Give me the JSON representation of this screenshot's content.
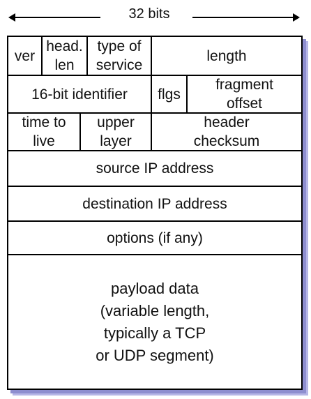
{
  "width_label": "32 bits",
  "fields": {
    "ver": "ver",
    "head_len": "head.\nlen",
    "type_of_service": "type of\nservice",
    "length": "length",
    "identifier": "16-bit identifier",
    "flags": "flgs",
    "fragment_offset": "fragment\noffset",
    "time_to_live": "time to\nlive",
    "upper_layer": "upper\nlayer",
    "header_checksum": "header\nchecksum",
    "source_ip": "source IP address",
    "destination_ip": "destination IP address",
    "options": "options (if any)",
    "payload": "payload data\n(variable length,\ntypically a TCP\nor UDP segment)"
  }
}
